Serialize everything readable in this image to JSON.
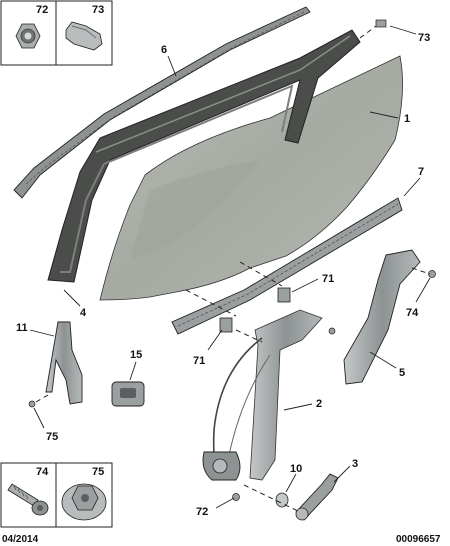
{
  "diagram": {
    "callouts": [
      {
        "id": "c1",
        "text": "1"
      },
      {
        "id": "c2",
        "text": "2"
      },
      {
        "id": "c3",
        "text": "3"
      },
      {
        "id": "c4",
        "text": "4"
      },
      {
        "id": "c5",
        "text": "5"
      },
      {
        "id": "c6",
        "text": "6"
      },
      {
        "id": "c7",
        "text": "7"
      },
      {
        "id": "c10",
        "text": "10"
      },
      {
        "id": "c11",
        "text": "11"
      },
      {
        "id": "c15",
        "text": "15"
      },
      {
        "id": "c71a",
        "text": "71"
      },
      {
        "id": "c71b",
        "text": "71"
      },
      {
        "id": "c72",
        "text": "72"
      },
      {
        "id": "c73",
        "text": "73"
      },
      {
        "id": "c74",
        "text": "74"
      },
      {
        "id": "c75",
        "text": "75"
      }
    ],
    "hardware_boxes": {
      "top": [
        {
          "number": "72",
          "icon": "nut-icon"
        },
        {
          "number": "73",
          "icon": "clip-icon"
        }
      ],
      "bottom": [
        {
          "number": "74",
          "icon": "bolt-icon"
        },
        {
          "number": "75",
          "icon": "flange-nut-icon"
        }
      ]
    },
    "date": "04/2014",
    "reference": "00096657",
    "colors": {
      "glass": "#a7aca3",
      "seal": "#4a4d4a",
      "metal": "#9a9fa0",
      "outline": "#222222"
    }
  }
}
